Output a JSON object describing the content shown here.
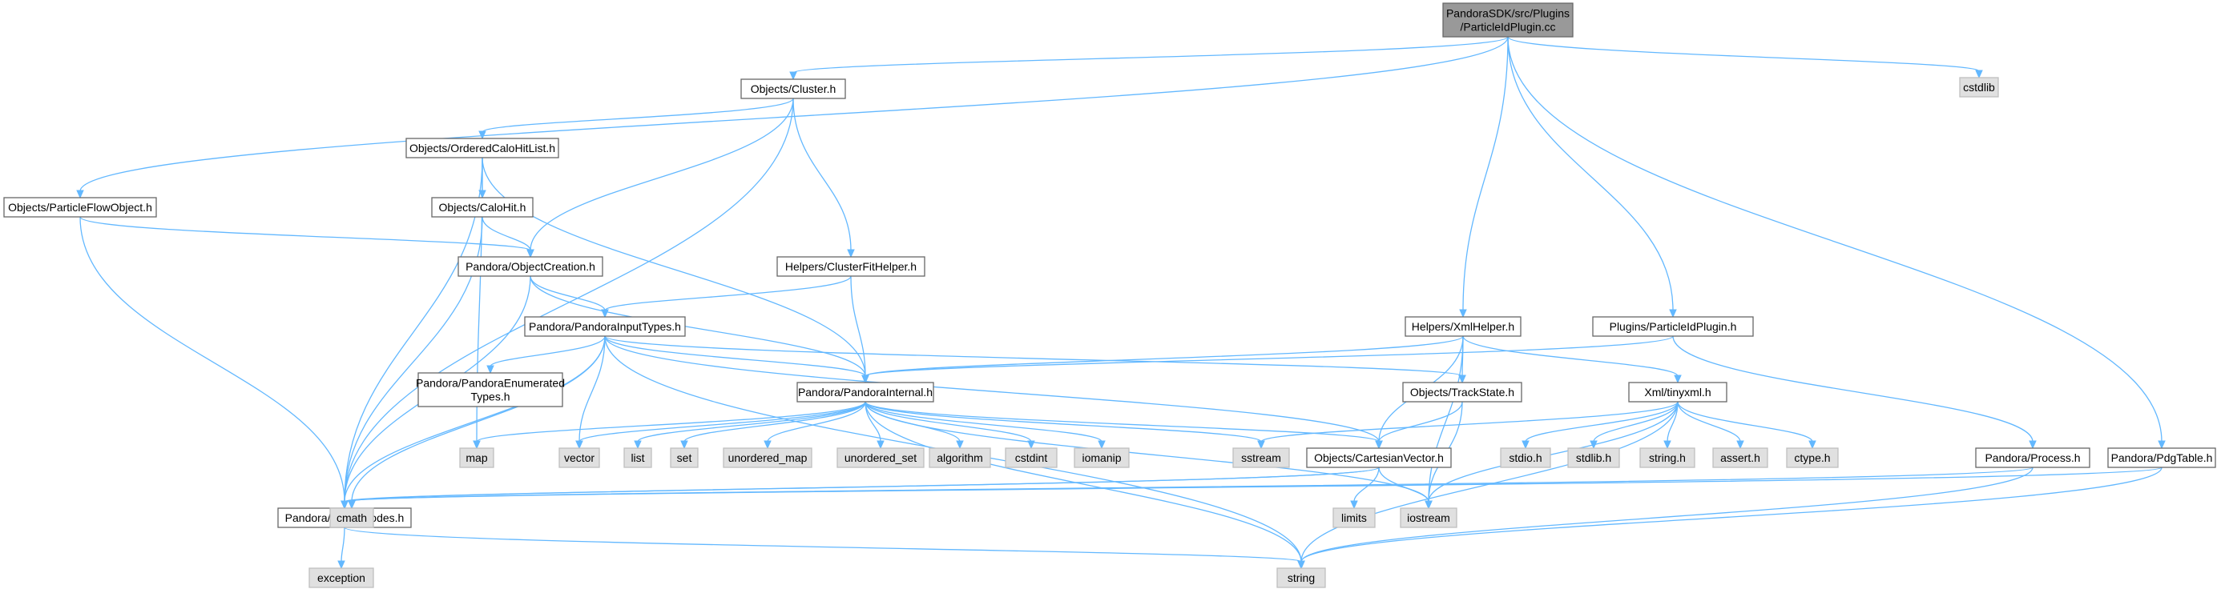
{
  "colors": {
    "edge": "#63b8ff",
    "root_fill": "#999999",
    "local_fill": "#ffffff",
    "system_fill": "#e0e0e0",
    "border": "#666666"
  },
  "nodes": [
    {
      "id": "root",
      "kind": "root",
      "lines": [
        "PandoraSDK/src/Plugins",
        "/ParticleIdPlugin.cc"
      ]
    },
    {
      "id": "cstdlib",
      "kind": "system",
      "lines": [
        "cstdlib"
      ]
    },
    {
      "id": "cluster",
      "kind": "local",
      "lines": [
        "Objects/Cluster.h"
      ]
    },
    {
      "id": "ochl",
      "kind": "local",
      "lines": [
        "Objects/OrderedCaloHitList.h"
      ]
    },
    {
      "id": "calohit",
      "kind": "local",
      "lines": [
        "Objects/CaloHit.h"
      ]
    },
    {
      "id": "pfo",
      "kind": "local",
      "lines": [
        "Objects/ParticleFlowObject.h"
      ]
    },
    {
      "id": "objcreation",
      "kind": "local",
      "lines": [
        "Pandora/ObjectCreation.h"
      ]
    },
    {
      "id": "cfhelper",
      "kind": "local",
      "lines": [
        "Helpers/ClusterFitHelper.h"
      ]
    },
    {
      "id": "inputtypes",
      "kind": "local",
      "lines": [
        "Pandora/PandoraInputTypes.h"
      ]
    },
    {
      "id": "enumtypes",
      "kind": "local",
      "lines": [
        "Pandora/PandoraEnumerated",
        "Types.h"
      ]
    },
    {
      "id": "internal",
      "kind": "local",
      "lines": [
        "Pandora/PandoraInternal.h"
      ]
    },
    {
      "id": "xmlhelper",
      "kind": "local",
      "lines": [
        "Helpers/XmlHelper.h"
      ]
    },
    {
      "id": "pidplugin",
      "kind": "local",
      "lines": [
        "Plugins/ParticleIdPlugin.h"
      ]
    },
    {
      "id": "trackstate",
      "kind": "local",
      "lines": [
        "Objects/TrackState.h"
      ]
    },
    {
      "id": "tinyxml",
      "kind": "local",
      "lines": [
        "Xml/tinyxml.h"
      ]
    },
    {
      "id": "cartesian",
      "kind": "local",
      "lines": [
        "Objects/CartesianVector.h"
      ]
    },
    {
      "id": "process",
      "kind": "local",
      "lines": [
        "Pandora/Process.h"
      ]
    },
    {
      "id": "pdgtable",
      "kind": "local",
      "lines": [
        "Pandora/PdgTable.h"
      ]
    },
    {
      "id": "statuscodes",
      "kind": "local",
      "lines": [
        "Pandora/StatusCodes.h"
      ]
    },
    {
      "id": "map",
      "kind": "system",
      "lines": [
        "map"
      ]
    },
    {
      "id": "vector",
      "kind": "system",
      "lines": [
        "vector"
      ]
    },
    {
      "id": "list",
      "kind": "system",
      "lines": [
        "list"
      ]
    },
    {
      "id": "set",
      "kind": "system",
      "lines": [
        "set"
      ]
    },
    {
      "id": "unordered_map",
      "kind": "system",
      "lines": [
        "unordered_map"
      ]
    },
    {
      "id": "unordered_set",
      "kind": "system",
      "lines": [
        "unordered_set"
      ]
    },
    {
      "id": "algorithm",
      "kind": "system",
      "lines": [
        "algorithm"
      ]
    },
    {
      "id": "cstdint",
      "kind": "system",
      "lines": [
        "cstdint"
      ]
    },
    {
      "id": "iomanip",
      "kind": "system",
      "lines": [
        "iomanip"
      ]
    },
    {
      "id": "sstream",
      "kind": "system",
      "lines": [
        "sstream"
      ]
    },
    {
      "id": "stdio",
      "kind": "system",
      "lines": [
        "stdio.h"
      ]
    },
    {
      "id": "stdlib",
      "kind": "system",
      "lines": [
        "stdlib.h"
      ]
    },
    {
      "id": "stringh",
      "kind": "system",
      "lines": [
        "string.h"
      ]
    },
    {
      "id": "asserth",
      "kind": "system",
      "lines": [
        "assert.h"
      ]
    },
    {
      "id": "ctypeh",
      "kind": "system",
      "lines": [
        "ctype.h"
      ]
    },
    {
      "id": "cmath",
      "kind": "system",
      "lines": [
        "cmath"
      ]
    },
    {
      "id": "limits",
      "kind": "system",
      "lines": [
        "limits"
      ]
    },
    {
      "id": "iostream",
      "kind": "system",
      "lines": [
        "iostream"
      ]
    },
    {
      "id": "exception",
      "kind": "system",
      "lines": [
        "exception"
      ]
    },
    {
      "id": "string",
      "kind": "system",
      "lines": [
        "string"
      ]
    }
  ],
  "edges": [
    [
      "root",
      "cstdlib"
    ],
    [
      "root",
      "cluster"
    ],
    [
      "root",
      "pfo"
    ],
    [
      "root",
      "xmlhelper"
    ],
    [
      "root",
      "pidplugin"
    ],
    [
      "root",
      "pdgtable"
    ],
    [
      "cluster",
      "ochl"
    ],
    [
      "cluster",
      "objcreation"
    ],
    [
      "cluster",
      "cfhelper"
    ],
    [
      "cluster",
      "statuscodes"
    ],
    [
      "ochl",
      "calohit"
    ],
    [
      "ochl",
      "internal"
    ],
    [
      "ochl",
      "map"
    ],
    [
      "ochl",
      "statuscodes"
    ],
    [
      "calohit",
      "objcreation"
    ],
    [
      "calohit",
      "statuscodes"
    ],
    [
      "pfo",
      "objcreation"
    ],
    [
      "pfo",
      "statuscodes"
    ],
    [
      "objcreation",
      "inputtypes"
    ],
    [
      "objcreation",
      "internal"
    ],
    [
      "objcreation",
      "statuscodes"
    ],
    [
      "cfhelper",
      "inputtypes"
    ],
    [
      "cfhelper",
      "internal"
    ],
    [
      "inputtypes",
      "enumtypes"
    ],
    [
      "inputtypes",
      "internal"
    ],
    [
      "inputtypes",
      "trackstate"
    ],
    [
      "inputtypes",
      "cartesian"
    ],
    [
      "inputtypes",
      "statuscodes"
    ],
    [
      "inputtypes",
      "vector"
    ],
    [
      "inputtypes",
      "cmath"
    ],
    [
      "inputtypes",
      "string"
    ],
    [
      "internal",
      "map"
    ],
    [
      "internal",
      "vector"
    ],
    [
      "internal",
      "list"
    ],
    [
      "internal",
      "set"
    ],
    [
      "internal",
      "unordered_map"
    ],
    [
      "internal",
      "unordered_set"
    ],
    [
      "internal",
      "algorithm"
    ],
    [
      "internal",
      "cstdint"
    ],
    [
      "internal",
      "iomanip"
    ],
    [
      "internal",
      "sstream"
    ],
    [
      "internal",
      "cartesian"
    ],
    [
      "internal",
      "iostream"
    ],
    [
      "internal",
      "string"
    ],
    [
      "xmlhelper",
      "internal"
    ],
    [
      "xmlhelper",
      "trackstate"
    ],
    [
      "xmlhelper",
      "tinyxml"
    ],
    [
      "xmlhelper",
      "cartesian"
    ],
    [
      "xmlhelper",
      "iostream"
    ],
    [
      "pidplugin",
      "internal"
    ],
    [
      "pidplugin",
      "process"
    ],
    [
      "trackstate",
      "cartesian"
    ],
    [
      "trackstate",
      "iostream"
    ],
    [
      "tinyxml",
      "sstream"
    ],
    [
      "tinyxml",
      "stdio"
    ],
    [
      "tinyxml",
      "stdlib"
    ],
    [
      "tinyxml",
      "stringh"
    ],
    [
      "tinyxml",
      "asserth"
    ],
    [
      "tinyxml",
      "ctypeh"
    ],
    [
      "tinyxml",
      "iostream"
    ],
    [
      "tinyxml",
      "string"
    ],
    [
      "cartesian",
      "statuscodes"
    ],
    [
      "cartesian",
      "cmath"
    ],
    [
      "cartesian",
      "limits"
    ],
    [
      "cartesian",
      "iostream"
    ],
    [
      "process",
      "statuscodes"
    ],
    [
      "process",
      "string"
    ],
    [
      "pdgtable",
      "statuscodes"
    ],
    [
      "pdgtable",
      "string"
    ],
    [
      "statuscodes",
      "exception"
    ],
    [
      "statuscodes",
      "string"
    ]
  ]
}
